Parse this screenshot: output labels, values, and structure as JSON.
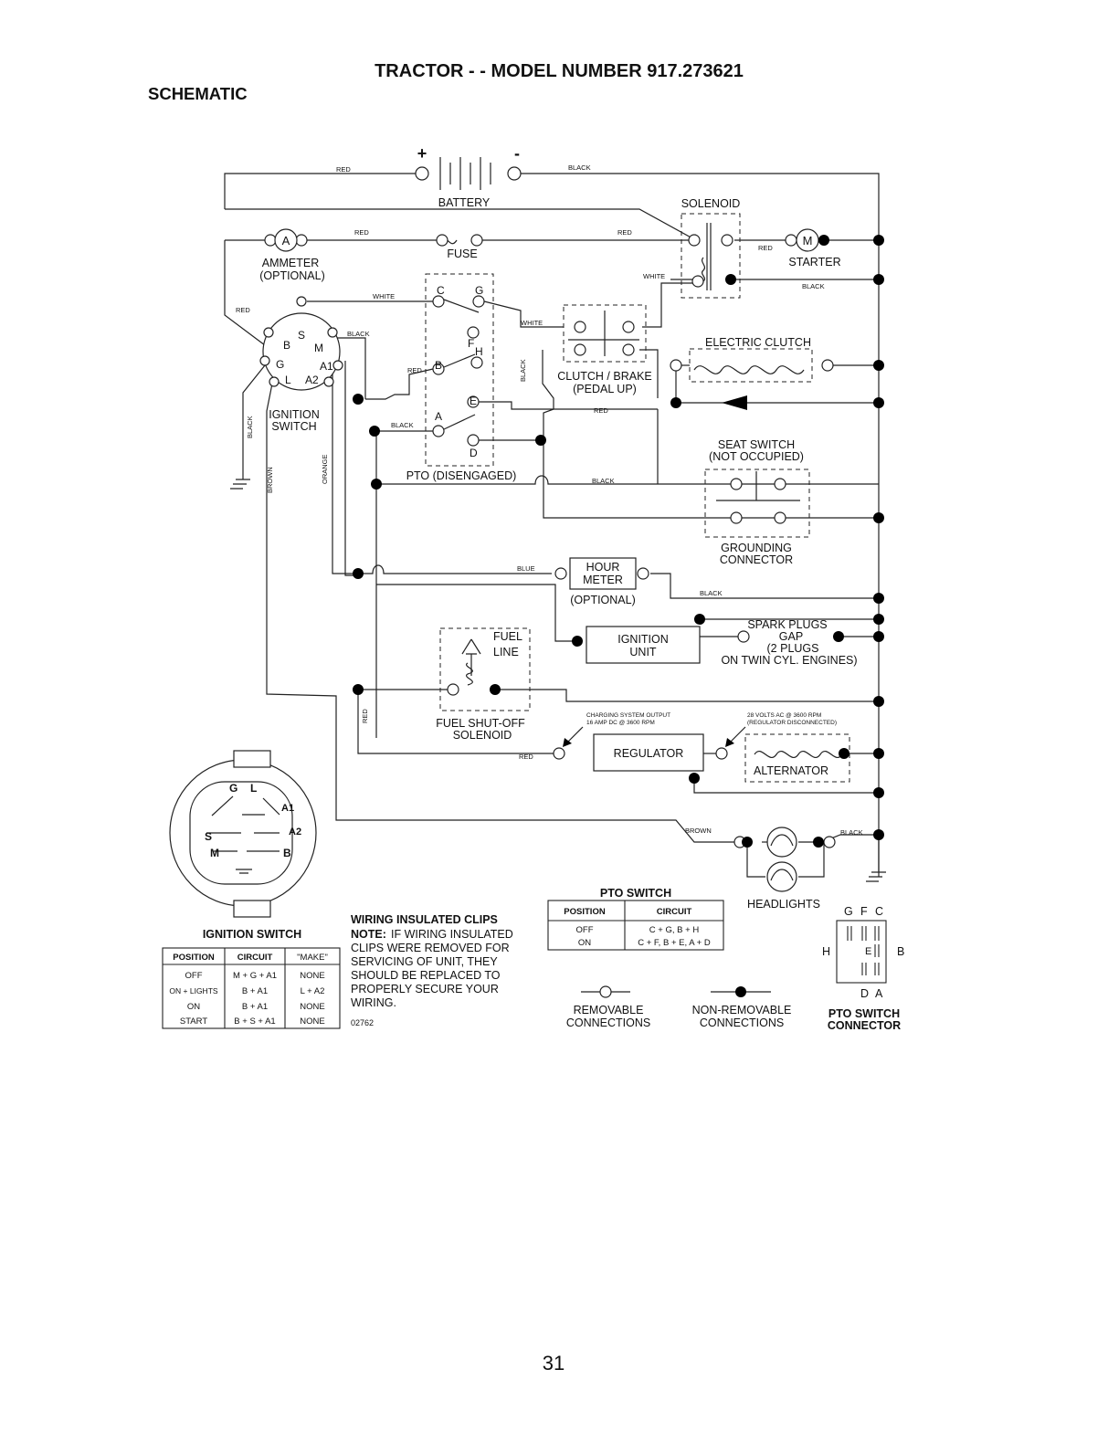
{
  "page_title": "TRACTOR - - MODEL NUMBER 917.273621",
  "section_title": "SCHEMATIC",
  "page_number": "31",
  "drawing_number": "02762",
  "wire_colors": {
    "red": "RED",
    "black": "BLACK",
    "white": "WHITE",
    "blue": "BLUE",
    "brown": "BROWN",
    "orange": "ORANGE"
  },
  "battery": {
    "label": "BATTERY",
    "plus": "+",
    "minus": "-"
  },
  "ammeter": {
    "symbol": "A",
    "label": "AMMETER",
    "sublabel": "(OPTIONAL)"
  },
  "fuse": {
    "label": "FUSE"
  },
  "solenoid": {
    "label": "SOLENOID"
  },
  "starter": {
    "symbol": "M",
    "label": "STARTER"
  },
  "ignition_terminals": {
    "b": "B",
    "s": "S",
    "m": "M",
    "g": "G",
    "a1": "A1",
    "l": "L",
    "a2": "A2"
  },
  "ignition_switch_label": [
    "IGNITION",
    "SWITCH"
  ],
  "pto_terminals": {
    "c": "C",
    "g": "G",
    "f": "F",
    "h": "H",
    "b": "B",
    "e": "E",
    "a": "A",
    "d": "D"
  },
  "pto_label": "PTO (DISENGAGED)",
  "clutch_brake": {
    "label": "CLUTCH / BRAKE",
    "sublabel": "(PEDAL UP)"
  },
  "electric_clutch": {
    "label": "ELECTRIC CLUTCH"
  },
  "seat_switch": {
    "label": "SEAT SWITCH",
    "sublabel": "(NOT OCCUPIED)"
  },
  "grounding_connector": {
    "label": "GROUNDING",
    "sublabel": "CONNECTOR"
  },
  "hour_meter": {
    "line1": "HOUR",
    "line2": "METER",
    "sublabel": "(OPTIONAL)"
  },
  "spark_plugs": {
    "line1": "SPARK PLUGS",
    "line2": "GAP",
    "line3": "(2 PLUGS",
    "line4": "ON TWIN CYL. ENGINES)"
  },
  "ignition_unit": {
    "line1": "IGNITION",
    "line2": "UNIT"
  },
  "fuel_line": {
    "line1": "FUEL",
    "line2": "LINE"
  },
  "fuel_solenoid": {
    "line1": "FUEL SHUT-OFF",
    "line2": "SOLENOID"
  },
  "charging_note": {
    "line1": "CHARGING SYSTEM OUTPUT",
    "line2": "16 AMP DC @ 3600 RPM"
  },
  "alternator_note": {
    "line1": "28 VOLTS AC @ 3600 RPM",
    "line2": "(REGULATOR DISCONNECTED)"
  },
  "regulator": {
    "label": "REGULATOR"
  },
  "alternator": {
    "label": "ALTERNATOR"
  },
  "headlights": {
    "label": "HEADLIGHTS"
  },
  "ignition_detail_terminals": {
    "g": "G",
    "l": "L",
    "a1": "A1",
    "s": "S",
    "a2": "A2",
    "m": "M",
    "b": "B"
  },
  "ignition_table": {
    "title": "IGNITION SWITCH",
    "headers": [
      "POSITION",
      "CIRCUIT",
      "\"MAKE\""
    ],
    "rows": [
      [
        "OFF",
        "M + G + A1",
        "NONE"
      ],
      [
        "ON + LIGHTS",
        "B + A1",
        "L + A2"
      ],
      [
        "ON",
        "B + A1",
        "NONE"
      ],
      [
        "START",
        "B + S + A1",
        "NONE"
      ]
    ]
  },
  "clips_note": {
    "title": "WIRING INSULATED CLIPS",
    "prefix": "NOTE:",
    "line1": "IF WIRING INSULATED",
    "line2": "CLIPS WERE REMOVED FOR",
    "line3": "SERVICING OF UNIT, THEY",
    "line4": "SHOULD BE REPLACED TO",
    "line5": "PROPERLY SECURE YOUR",
    "line6": "WIRING."
  },
  "pto_table": {
    "title": "PTO SWITCH",
    "headers": [
      "POSITION",
      "CIRCUIT"
    ],
    "rows": [
      [
        "OFF",
        "C + G, B + H"
      ],
      [
        "ON",
        "C + F, B + E, A + D"
      ]
    ]
  },
  "legend": {
    "removable_line1": "REMOVABLE",
    "removable_line2": "CONNECTIONS",
    "nonremovable_line1": "NON-REMOVABLE",
    "nonremovable_line2": "CONNECTIONS"
  },
  "pto_connector": {
    "g": "G",
    "f": "F",
    "c": "C",
    "h": "H",
    "e": "E",
    "b": "B",
    "d": "D",
    "a": "A",
    "line1": "PTO SWITCH",
    "line2": "CONNECTOR"
  }
}
